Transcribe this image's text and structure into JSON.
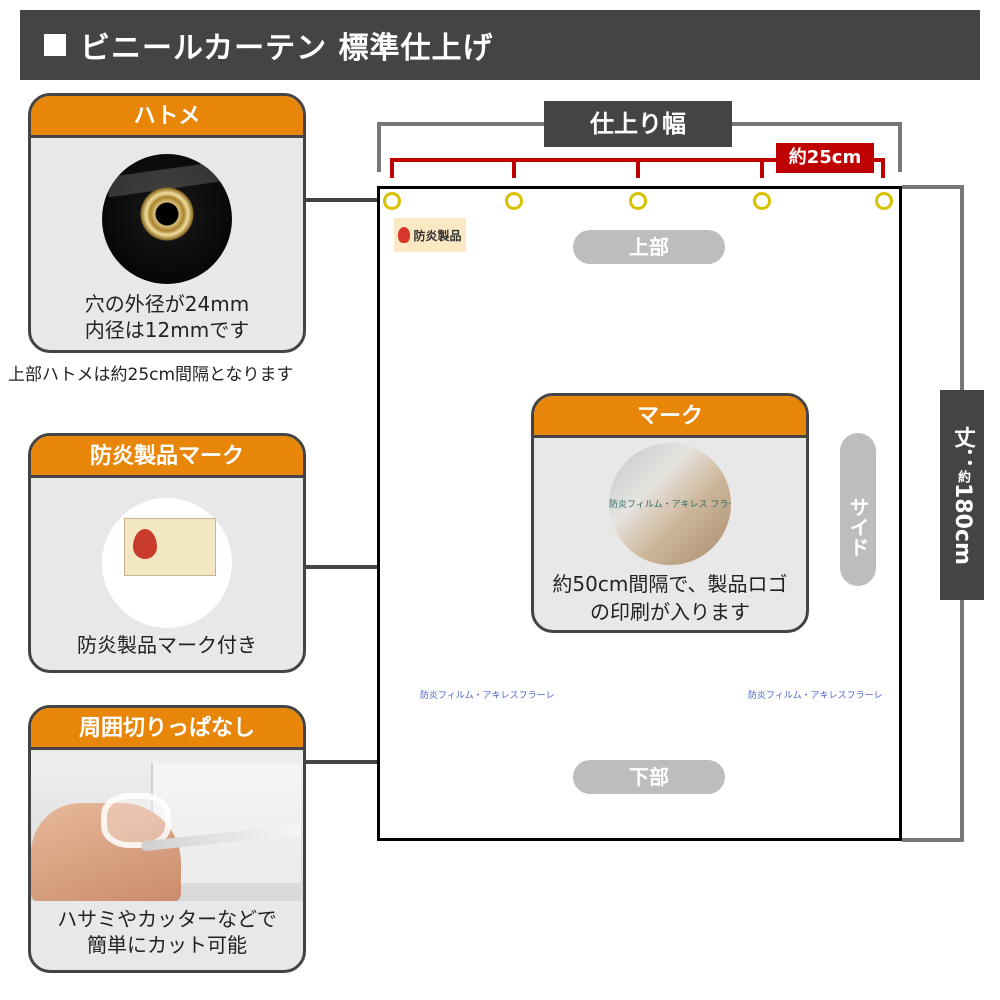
{
  "title": "ビニールカーテン 標準仕上げ",
  "cards": {
    "grommet": {
      "title": "ハトメ",
      "line1": "穴の外径が24mm",
      "line2": "内径は12mmです"
    },
    "flame_mark": {
      "title": "防炎製品マーク",
      "caption": "防炎製品マーク付き"
    },
    "cut_edges": {
      "title": "周囲切りっぱなし",
      "line1": "ハサミやカッターなどで",
      "line2": "簡単にカット可能"
    },
    "logo_mark": {
      "title": "マーク",
      "line1": "約50cm間隔で、製品ロゴ",
      "line2": "の印刷が入ります",
      "photo_text": "防炎フィルム・アキレス フラーレ"
    }
  },
  "note": "上部ハトメは約25cm間隔となります",
  "diagram": {
    "width_label": "仕上り幅",
    "spacing_label": "約25cm",
    "height_label_prefix": "丈：",
    "height_label_small": "約",
    "height_label_value": "180cm",
    "top_label": "上部",
    "bottom_label": "下部",
    "side_label": "サイド",
    "badge_label": "防炎製品",
    "logo_text_left": "防炎フィルム・アキレスフラーレ",
    "logo_text_right": "防炎フィルム・アキレスフラーレ"
  },
  "colors": {
    "accent_orange": "#e8860a",
    "dark_gray": "#444444",
    "dimension_red": "#c00000",
    "grommet_yellow": "#d8c200"
  }
}
